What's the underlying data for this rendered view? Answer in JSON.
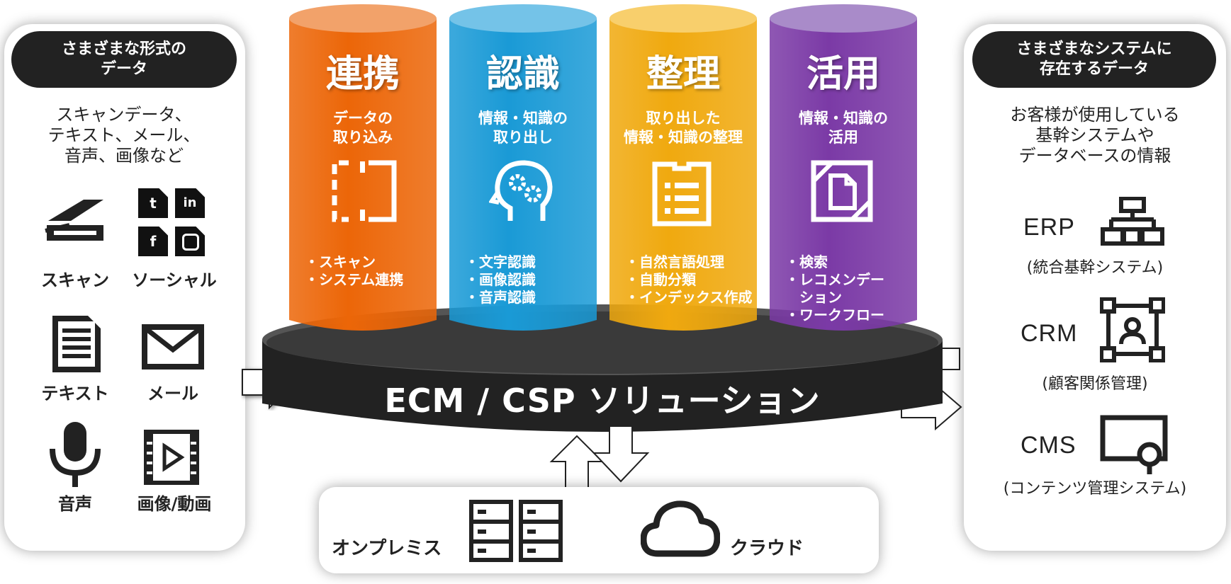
{
  "left": {
    "header": [
      "さまざまな形式の",
      "データ"
    ],
    "desc": [
      "スキャンデータ、",
      "テキスト、メール、",
      "音声、画像など"
    ],
    "items": [
      {
        "label": "スキャン",
        "icon": "scanner-icon"
      },
      {
        "label": "ソーシャル",
        "icon": "social-icons"
      },
      {
        "label": "テキスト",
        "icon": "document-icon"
      },
      {
        "label": "メール",
        "icon": "mail-icon"
      },
      {
        "label": "音声",
        "icon": "microphone-icon"
      },
      {
        "label": "画像/動画",
        "icon": "video-icon"
      }
    ]
  },
  "columns": [
    {
      "title": "連携",
      "sub": [
        "データの",
        "取り込み"
      ],
      "list": [
        "・スキャン",
        "・システム連携"
      ],
      "color": "#ec6608",
      "top": "#f2a26a",
      "icon": "capture-icon"
    },
    {
      "title": "認識",
      "sub": [
        "情報・知識の",
        "取り出し"
      ],
      "list": [
        "・文字認識",
        "・画像認識",
        "・音声認識"
      ],
      "color": "#1a9ad6",
      "top": "#74c3e8",
      "icon": "brain-gears-icon"
    },
    {
      "title": "整理",
      "sub": [
        "取り出した",
        "情報・知識の整理"
      ],
      "list": [
        "・自然言語処理",
        "・自動分類",
        "・インデックス作成"
      ],
      "color": "#f0a90f",
      "top": "#f8cf6c",
      "icon": "checklist-icon"
    },
    {
      "title": "活用",
      "sub": [
        "情報・知識の",
        "活用"
      ],
      "list": [
        "・検索",
        "・レコメンデー",
        "　ション",
        "・ワークフロー"
      ],
      "color": "#7b3aa6",
      "top": "#a98bc9",
      "icon": "document-frame-icon"
    }
  ],
  "platform": {
    "label": "ECM / CSP ソリューション",
    "color": "#2b2b2b"
  },
  "bottom": {
    "onprem": "オンプレミス",
    "cloud": "クラウド"
  },
  "right": {
    "header": [
      "さまざまなシステムに",
      "存在するデータ"
    ],
    "desc": [
      "お客様が使用している",
      "基幹システムや",
      "データベースの情報"
    ],
    "systems": [
      {
        "name": "ERP",
        "sub": "(統合基幹システム)",
        "icon": "org-chart-icon"
      },
      {
        "name": "CRM",
        "sub": "(顧客関係管理)",
        "icon": "customer-frame-icon"
      },
      {
        "name": "CMS",
        "sub": "(コンテンツ管理システム)",
        "icon": "content-icon"
      }
    ]
  }
}
